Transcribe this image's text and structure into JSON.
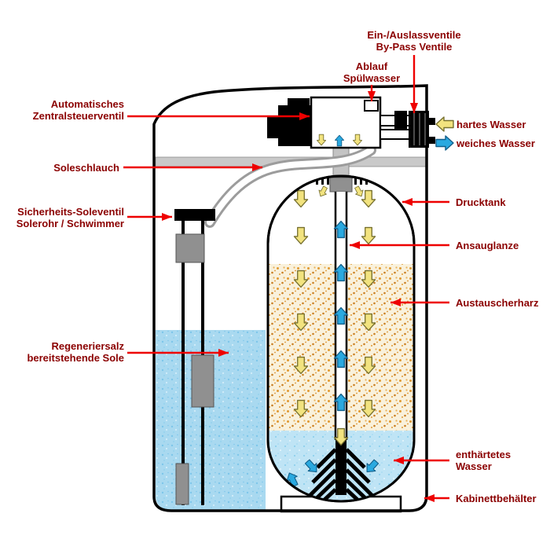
{
  "labels": {
    "auto_valve": {
      "line1": "Automatisches",
      "line2": "Zentralsteuerventil"
    },
    "brine_hose": {
      "line1": "Soleschlauch"
    },
    "safety_valve": {
      "line1": "Sicherheits-Soleventil",
      "line2": "Solerohr / Schwimmer"
    },
    "regen_salt": {
      "line1": "Regeneriersalz",
      "line2": "bereitstehende Sole"
    },
    "inlet_outlet": {
      "line1": "Ein-/Auslassventile",
      "line2": "By-Pass Ventile"
    },
    "drain": {
      "line1": "Ablauf",
      "line2": "Spülwasser"
    },
    "hard_water": {
      "line1": "hartes Wasser"
    },
    "soft_water": {
      "line1": "weiches Wasser"
    },
    "pressure_tank": {
      "line1": "Drucktank"
    },
    "suction_lance": {
      "line1": "Ansauglanze"
    },
    "resin": {
      "line1": "Austauscherharz"
    },
    "softened_water": {
      "line1": "enthärtetes",
      "line2": "Wasser"
    },
    "cabinet": {
      "line1": "Kabinettbehälter"
    }
  },
  "colors": {
    "label_text": "#8b0000",
    "leader_line": "#ee0000",
    "hard_water": "#f2e37f",
    "soft_water": "#2aa9e0",
    "resin_base": "#f9f1dc",
    "resin_dot": "#e09a32",
    "brine_base": "#a9d9f0",
    "water_base": "#bfe4f5",
    "metal_gray": "#909090"
  }
}
